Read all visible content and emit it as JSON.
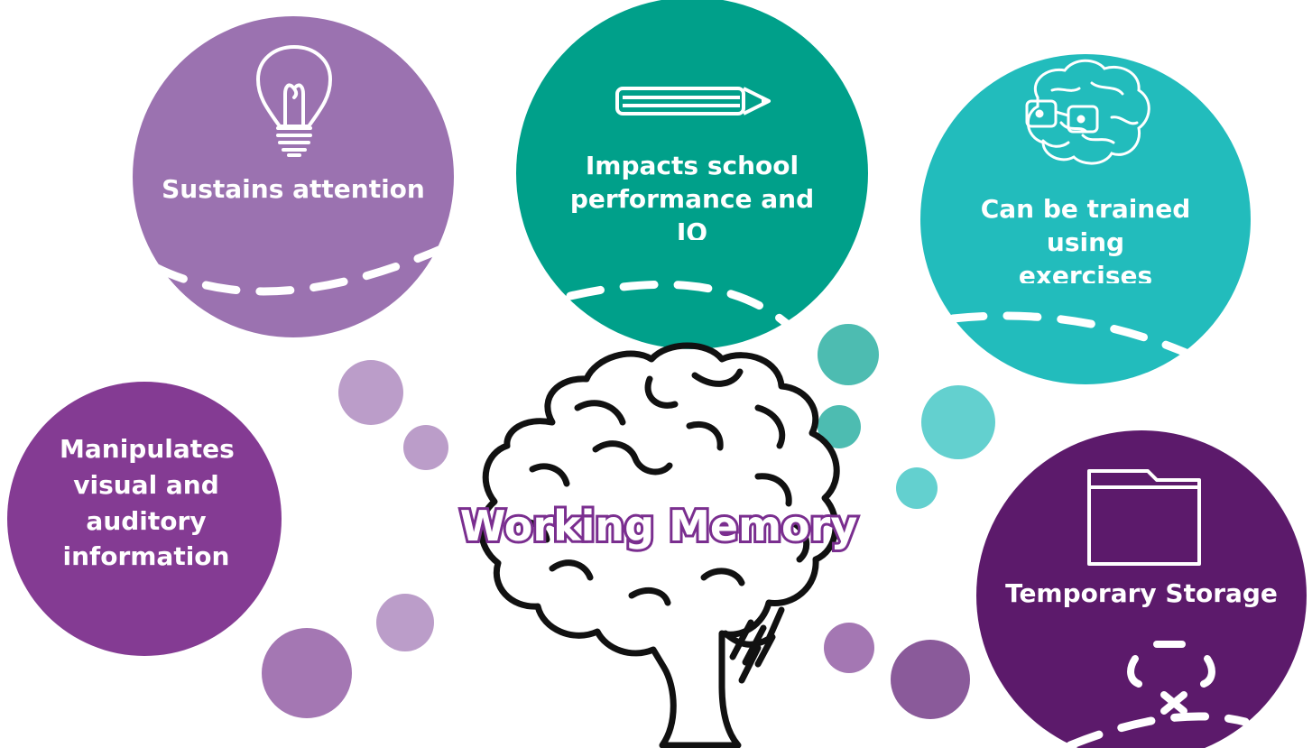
{
  "title": "Working Memory",
  "bubbles": [
    {
      "id": "attention",
      "text": "Sustains attention",
      "icon": "lightbulb-icon",
      "color": "#9b72b0"
    },
    {
      "id": "school",
      "text": "Impacts school performance and IQ",
      "icon": "pencil-icon",
      "color": "#00a08a"
    },
    {
      "id": "trained",
      "text": "Can be trained using exercises",
      "icon": "brain-glasses-icon",
      "color": "#22bcbc"
    },
    {
      "id": "manipulates",
      "text": "Manipulates visual and auditory information",
      "icon": "",
      "color": "#843b93"
    },
    {
      "id": "storage",
      "text": "Temporary Storage",
      "icon": "folder-icon",
      "color": "#5c1a6b"
    }
  ],
  "colors": {
    "title_outline": "#7a2e8f",
    "brain_outline": "#111111",
    "dash": "#ffffff",
    "dot_light_purple": "#bb9dc9",
    "dot_mid_purple": "#a477b3",
    "dot_dark_purple": "#8a5a9a",
    "dot_teal": "#4dbcb1",
    "dot_cyan": "#63d0cf"
  }
}
